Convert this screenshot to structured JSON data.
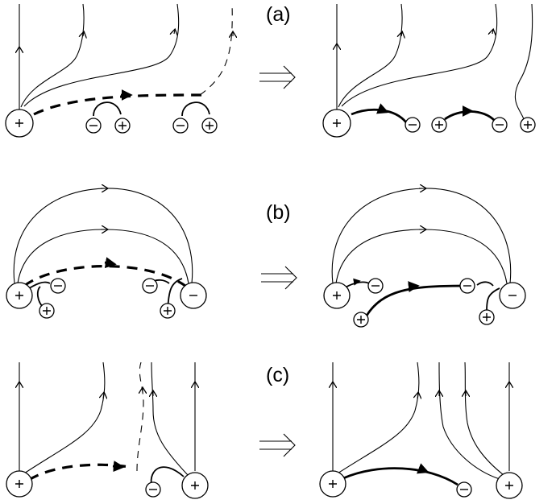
{
  "panels": [
    {
      "id": "a",
      "label": "(a)"
    },
    {
      "id": "b",
      "label": "(b)"
    },
    {
      "id": "c",
      "label": "(c)"
    }
  ]
}
